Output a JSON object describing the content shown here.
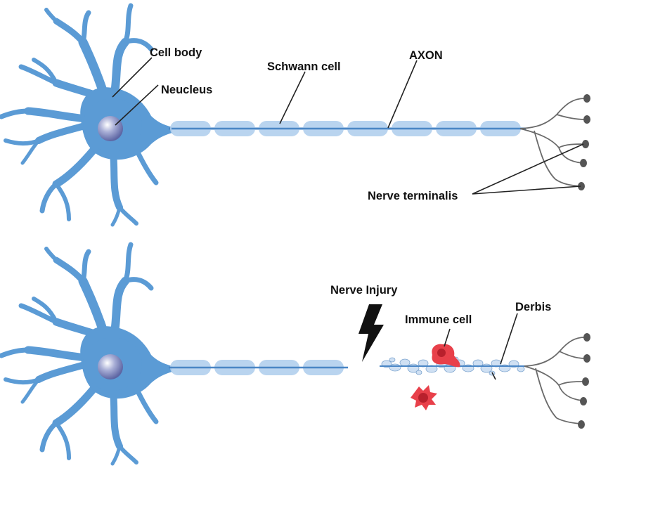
{
  "labels": {
    "cell_body": "Cell body",
    "nucleus": "Neucleus",
    "schwann_cell": "Schwann cell",
    "axon": "AXON",
    "nerve_terminalis": "Nerve terminalis",
    "nerve_injury": "Nerve Injury",
    "immune_cell": "Immune cell",
    "debris": "Derbis"
  },
  "colors": {
    "neuron": "#5b9bd5",
    "myelin": "#b4d1ee",
    "axon_line": "#4a86c5",
    "nucleus": "#8a93c4",
    "terminal_dot": "#555555",
    "terminal_line": "#6a6a6a",
    "immune_cell": "#e8404a",
    "lightning": "#111111",
    "label_text": "#111111"
  },
  "icons": {
    "injury": "lightning-bolt-icon"
  }
}
